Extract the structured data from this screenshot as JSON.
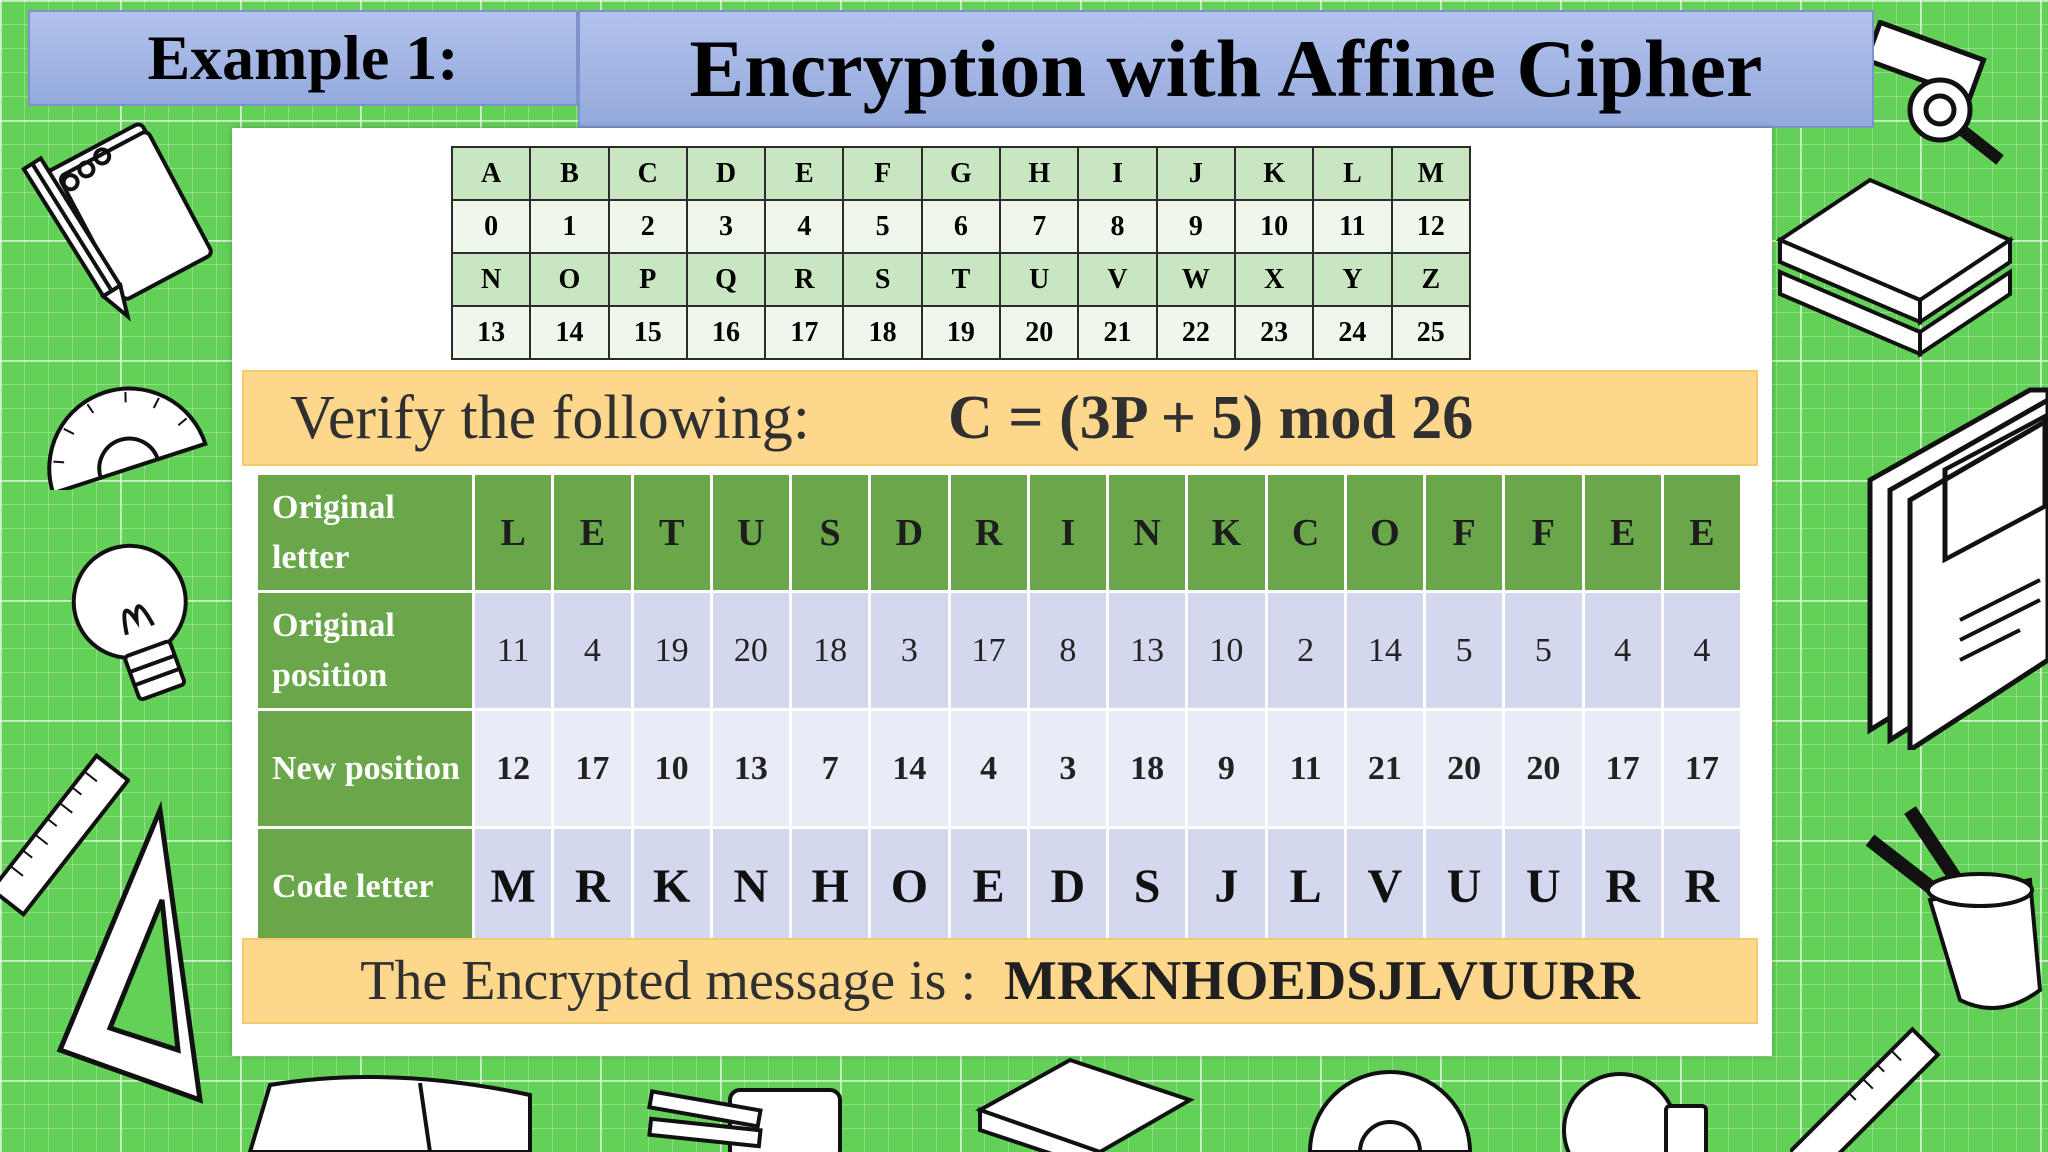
{
  "header": {
    "example_label": "Example 1:",
    "title": "Encryption with Affine Cipher"
  },
  "alphabet_table": {
    "rows": [
      [
        "A",
        "B",
        "C",
        "D",
        "E",
        "F",
        "G",
        "H",
        "I",
        "J",
        "K",
        "L",
        "M"
      ],
      [
        "0",
        "1",
        "2",
        "3",
        "4",
        "5",
        "6",
        "7",
        "8",
        "9",
        "10",
        "11",
        "12"
      ],
      [
        "N",
        "O",
        "P",
        "Q",
        "R",
        "S",
        "T",
        "U",
        "V",
        "W",
        "X",
        "Y",
        "Z"
      ],
      [
        "13",
        "14",
        "15",
        "16",
        "17",
        "18",
        "19",
        "20",
        "21",
        "22",
        "23",
        "24",
        "25"
      ]
    ]
  },
  "verify": {
    "label": "Verify the following:",
    "formula": "C = (3P + 5) mod 26"
  },
  "cipher_table": {
    "row_labels": [
      "Original letter",
      "Original position",
      "New position",
      "Code letter"
    ],
    "original_letters": [
      "L",
      "E",
      "T",
      "U",
      "S",
      "D",
      "R",
      "I",
      "N",
      "K",
      "C",
      "O",
      "F",
      "F",
      "E",
      "E"
    ],
    "original_positions": [
      "11",
      "4",
      "19",
      "20",
      "18",
      "3",
      "17",
      "8",
      "13",
      "10",
      "2",
      "14",
      "5",
      "5",
      "4",
      "4"
    ],
    "new_positions": [
      "12",
      "17",
      "10",
      "13",
      "7",
      "14",
      "4",
      "3",
      "18",
      "9",
      "11",
      "21",
      "20",
      "20",
      "17",
      "17"
    ],
    "code_letters": [
      "M",
      "R",
      "K",
      "N",
      "H",
      "O",
      "E",
      "D",
      "S",
      "J",
      "L",
      "V",
      "U",
      "U",
      "R",
      "R"
    ]
  },
  "result": {
    "label": "The Encrypted message is :",
    "message": "MRKNHOEDSJLVUURR"
  },
  "decorations": [
    "notebook-icon",
    "pencil-icon",
    "protractor-icon",
    "lightbulb-icon",
    "ruler-icon",
    "set-square-icon",
    "open-book-icon",
    "pen-cup-icon",
    "stacked-books-icon",
    "magnifier-icon",
    "browser-window-icon"
  ]
}
